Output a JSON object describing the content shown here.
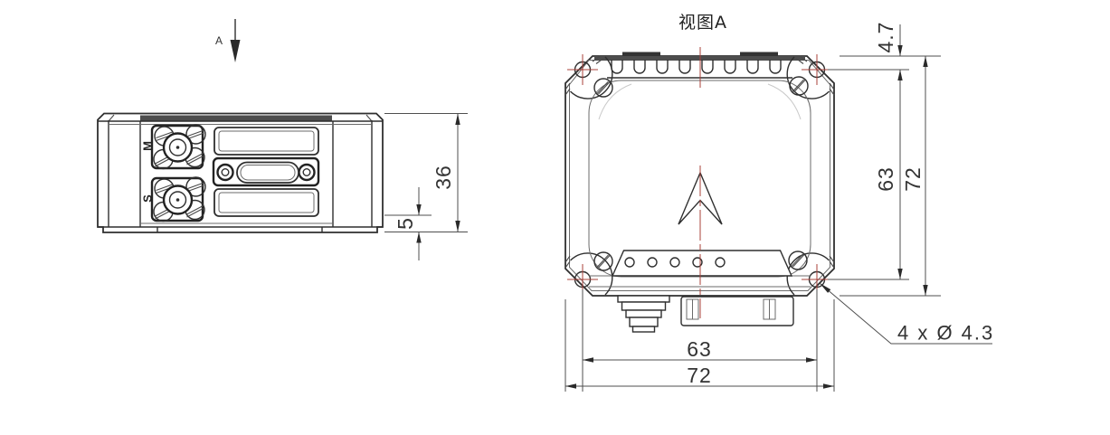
{
  "drawing": {
    "background": "#ffffff",
    "line_color": "#2f2f2f",
    "centerline_color": "#a8403a",
    "band_fill": "#4d4d4d",
    "view_title": "视图A",
    "section_label": "A",
    "side_view": {
      "port_label_top": "M",
      "port_label_bottom": "S",
      "dim_overall_height": "36",
      "dim_flange_height": "5"
    },
    "top_view": {
      "dim_edge_to_hole_center": "4.7",
      "dim_hole_spacing_vertical": "63",
      "dim_overall_height": "72",
      "dim_hole_spacing_horizontal": "63",
      "dim_overall_width": "72",
      "mounting_hole_callout": "4 x Ø 4.3"
    }
  }
}
